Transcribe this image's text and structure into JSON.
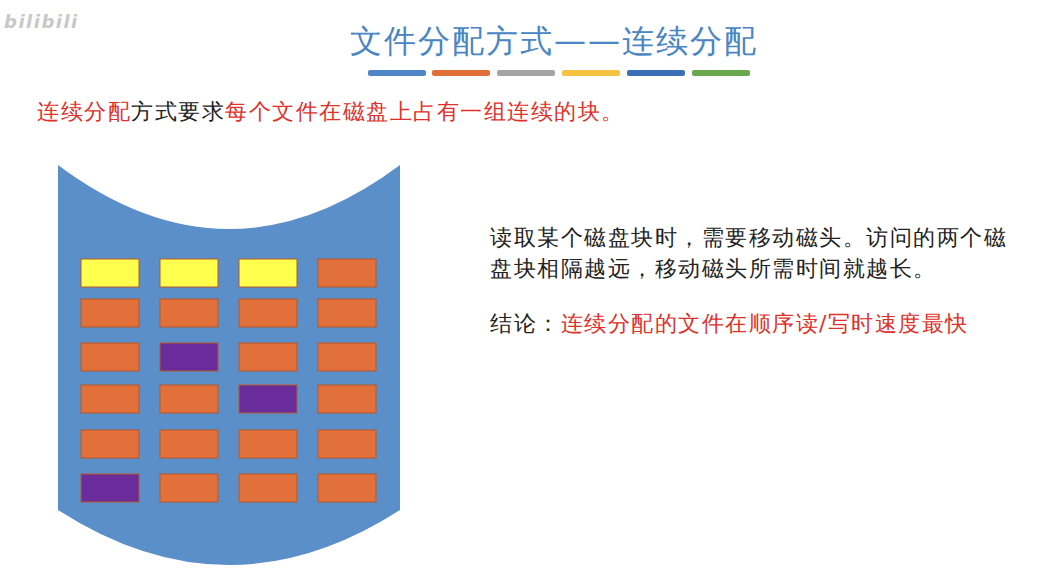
{
  "diagram": {
    "title": "文件分配方式——连续分配",
    "labels": [
      "bilibili",
      "连续分配",
      "方式要求",
      "每个文件在磁盘上占有一组连续的块。",
      "读取某个磁盘块时，需要移动磁头。访问的两个磁盘块相隔越远，移动磁头所需时间就越长。",
      "结论：",
      "连续分配的文件在顺序读/写时速度最快"
    ]
  }
}
